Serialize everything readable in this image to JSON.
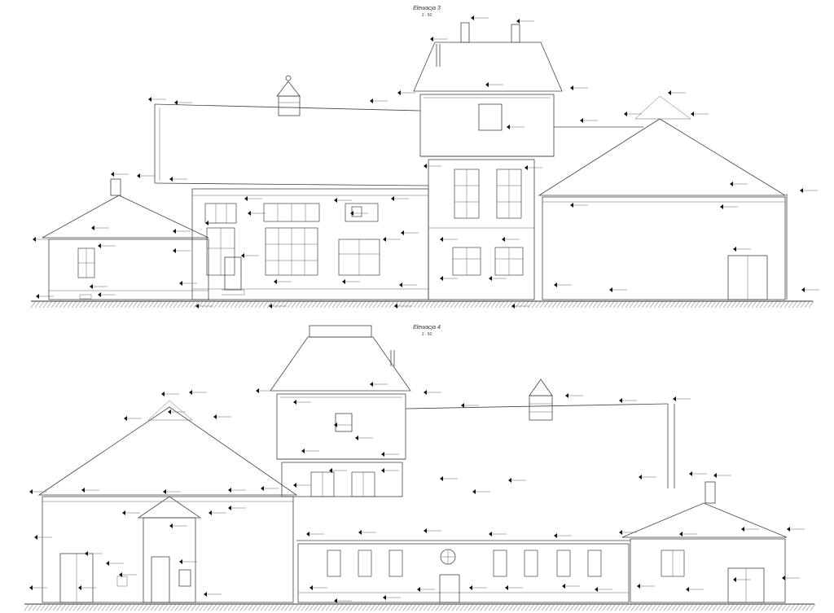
{
  "elevations": [
    {
      "title": "Elewacja 3",
      "scale": "1 : 50"
    },
    {
      "title": "Elewacja 4",
      "scale": "1 : 50"
    }
  ]
}
